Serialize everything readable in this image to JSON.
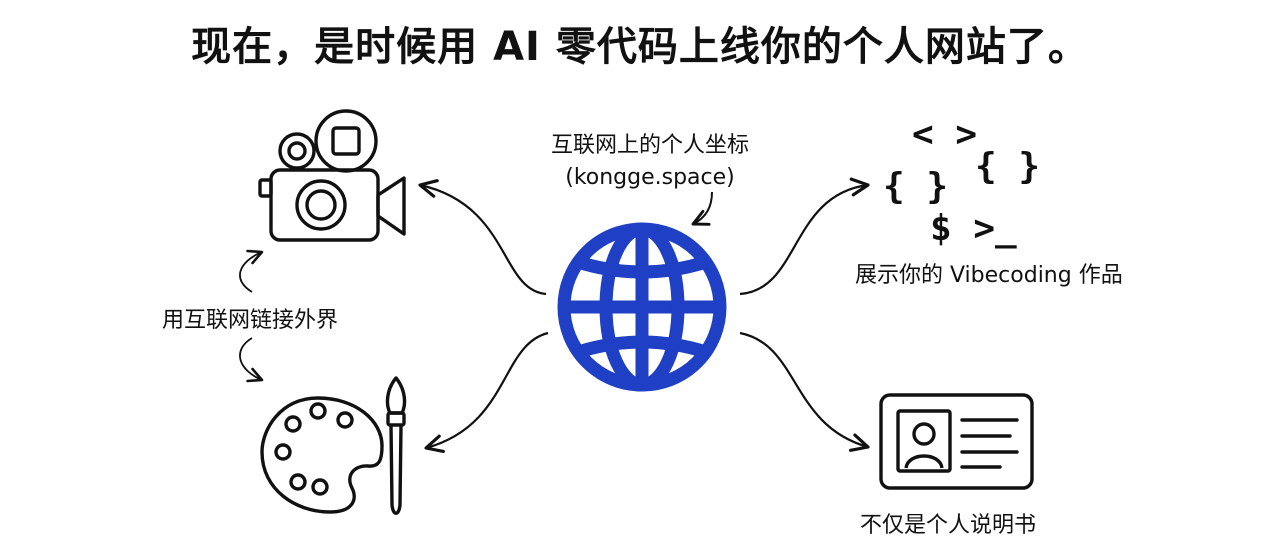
{
  "title": "现在，是时候用 AI 零代码上线你的个人网站了。",
  "labels": {
    "personal_coordinate": "互联网上的个人坐标",
    "domain": "(kongge.space)",
    "link_outside": "用互联网链接外界",
    "showcase": "展示你的 Vibecoding 作品",
    "intro_card": "不仅是个人说明书"
  },
  "code_symbols": {
    "angle": "< >",
    "braces_left": "{ }",
    "braces_right": "{ }",
    "prompt": "$ >_"
  },
  "icons": [
    "globe-icon",
    "video-camera-icon",
    "palette-icon",
    "paintbrush-icon",
    "code-symbols-icon",
    "id-card-icon"
  ],
  "colors": {
    "globe": "#1f3fc4",
    "ink": "#111111",
    "background": "#ffffff"
  }
}
